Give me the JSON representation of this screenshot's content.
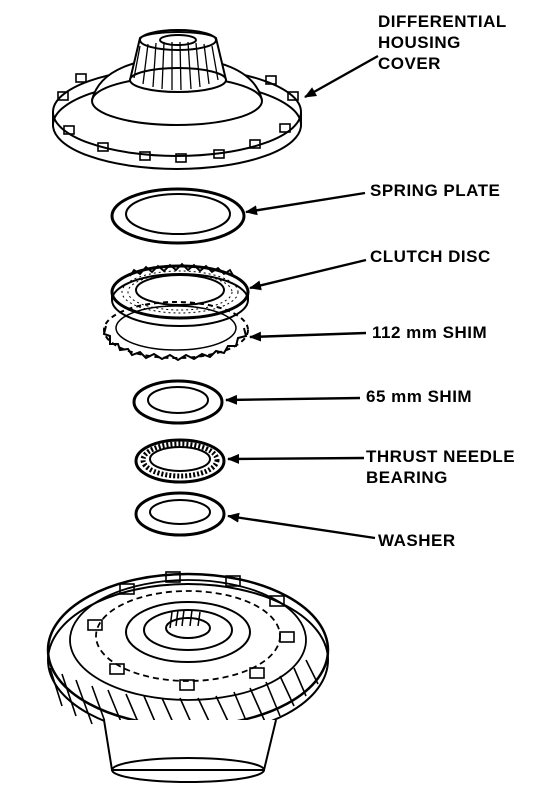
{
  "labels": {
    "housing_cover": [
      "DIFFERENTIAL",
      "HOUSING",
      "COVER"
    ],
    "spring_plate": "SPRING PLATE",
    "clutch_disc": "CLUTCH DISC",
    "shim_112": "112 mm SHIM",
    "shim_65": "65 mm SHIM",
    "thrust_bearing": [
      "THRUST NEEDLE",
      "BEARING"
    ],
    "washer": "WASHER"
  }
}
